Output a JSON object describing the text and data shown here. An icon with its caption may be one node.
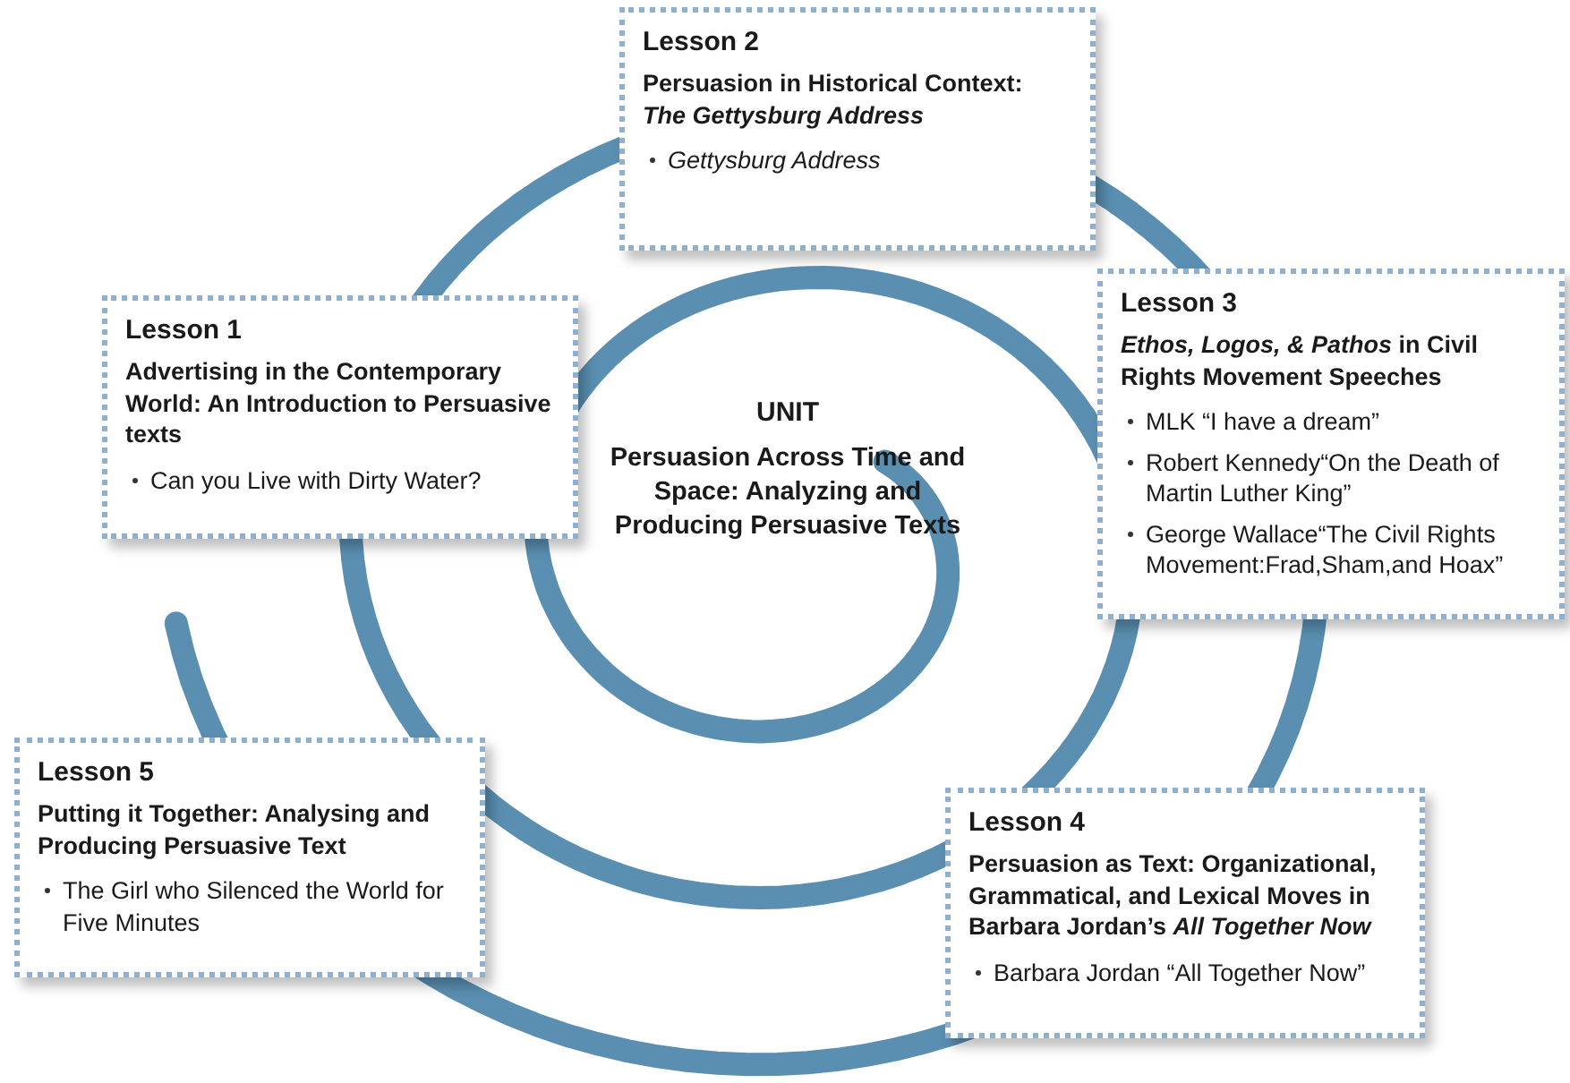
{
  "diagram": {
    "nodes": [
      {
        "text": [
          "Lesson 2",
          "Persuasion in Historical Context: *The Gettysburg Address*",
          "*Gettysburg Address*"
        ]
      },
      {
        "text": [
          "Lesson 1",
          "Advertising in the Contemporary World: An Introduction to Persuasive texts",
          "Can you Live with Dirty Water?"
        ]
      },
      {
        "text": [
          "UNIT",
          "Persuasion Across Time and Space: Analyzing and Producing Persuasive Texts"
        ]
      },
      {
        "text": [
          "Lesson 3",
          "*Ethos, Logos, & Pathos* in Civil Rights Movement Speeches",
          "MLK “I have a dream”",
          "Robert Kennedy“On the Death of Martin Luther King”",
          "George Wallace“The Civil Rights Movement:Frad,Sham,and Hoax”"
        ]
      },
      {
        "text": [
          "Lesson 5",
          "Putting it Together: Analysing and Producing Persuasive Text",
          "The Girl who Silenced the World for Five Minutes"
        ]
      },
      {
        "text": [
          "Lesson 4",
          "Persuasion as Text: Organizational, Grammatical, and Lexical Moves in Barbara Jordan’s *All Together Now*",
          "Barbara Jordan “All Together Now”"
        ]
      }
    ]
  }
}
